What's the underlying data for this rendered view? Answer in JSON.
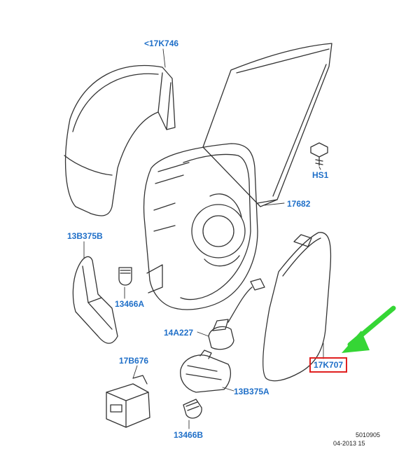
{
  "diagram": {
    "labels": {
      "housing_cover": "<17K746",
      "hs1": "HS1",
      "glass_backplate": "17682",
      "puddle_lamp_left": "13B375B",
      "bulb_left": "13466A",
      "socket": "14A227",
      "switch": "17B676",
      "lamp_housing_right": "13B375A",
      "bulb_bottom": "13466B",
      "mirror_glass": "17K707"
    },
    "footer": {
      "code": "5010905",
      "date": "04-2013 15"
    },
    "colors": {
      "label_text": "#1f6fc8",
      "highlight_box": "#e02020",
      "arrow": "#35d635",
      "line_art": "#333333"
    },
    "highlighted_part": "17K707"
  }
}
